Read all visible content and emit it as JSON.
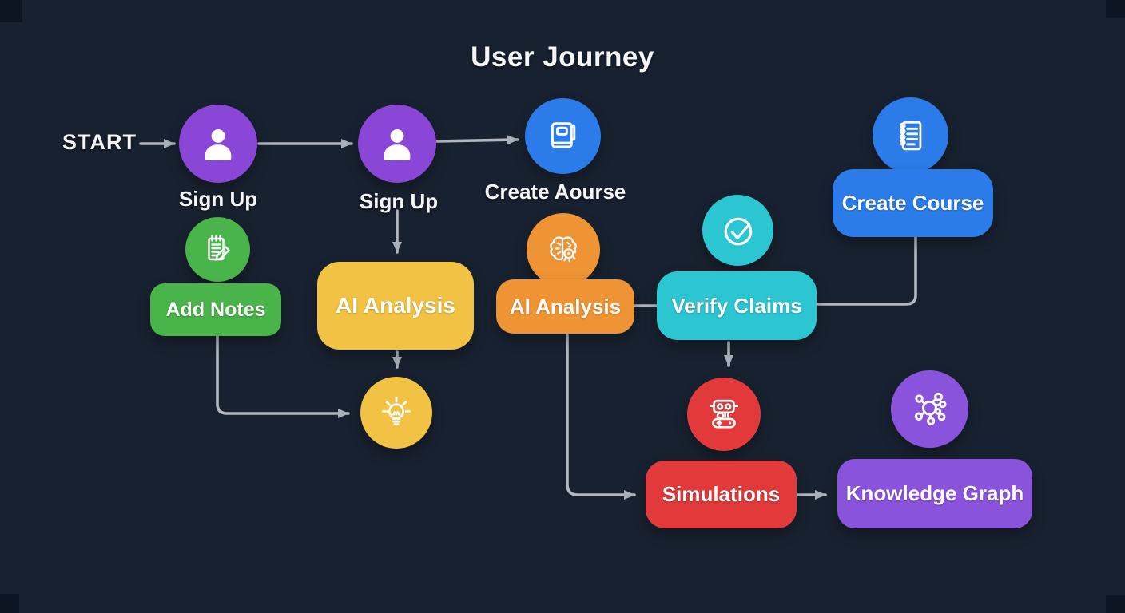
{
  "title": "User Journey",
  "start_label": "START",
  "nodes": {
    "signup1": {
      "label": "Sign Up",
      "icon": "person-icon",
      "color": "#8a46d6"
    },
    "signup2": {
      "label": "Sign Up",
      "icon": "person-icon",
      "color": "#8a46d6"
    },
    "create_aourse": {
      "label": "Create Aourse",
      "icon": "book-icon",
      "color": "#2b7ce9"
    },
    "create_course": {
      "label": "Create Course",
      "icon": "notebook-icon",
      "color": "#2b7ce9"
    },
    "add_notes": {
      "label": "Add Notes",
      "icon": "notepad-pencil-icon",
      "color": "#49b44a"
    },
    "ai_analysis_1": {
      "label": "AI Analysis",
      "color": "#f1c243"
    },
    "ai_analysis_2": {
      "label": "AI Analysis",
      "icon": "brain-circuit-icon",
      "color": "#ee9434"
    },
    "verify_claims": {
      "label": "Verify Claims",
      "icon": "check-circle-icon",
      "color": "#2cc5d2"
    },
    "ideas": {
      "icon": "lightbulb-icon",
      "color": "#f1c243"
    },
    "simulation_bot": {
      "icon": "robot-gamepad-icon",
      "color": "#e23a3a"
    },
    "simulations": {
      "label": "Simulations",
      "color": "#e23a3a"
    },
    "knowledge_graph": {
      "label": "Knowledge Graph",
      "icon": "network-graph-icon",
      "color": "#8a53dc"
    }
  },
  "edges": [
    {
      "from": "start",
      "to": "signup1",
      "arrow": true
    },
    {
      "from": "signup1",
      "to": "signup2",
      "arrow": true
    },
    {
      "from": "signup2",
      "to": "create_aourse",
      "arrow": true
    },
    {
      "from": "signup2",
      "to": "ai_analysis_1",
      "arrow": true
    },
    {
      "from": "ai_analysis_1",
      "to": "ideas",
      "arrow": true
    },
    {
      "from": "add_notes",
      "to": "ideas",
      "arrow": true
    },
    {
      "from": "ai_analysis_2",
      "to": "verify_claims",
      "arrow": false
    },
    {
      "from": "create_course",
      "to": "verify_claims",
      "arrow": false
    },
    {
      "from": "verify_claims",
      "to": "simulation_bot",
      "arrow": true
    },
    {
      "from": "ai_analysis_2",
      "to": "simulations",
      "arrow": true
    },
    {
      "from": "simulations",
      "to": "knowledge_graph",
      "arrow": true
    }
  ],
  "colors": {
    "background": "#18212f",
    "connector": "#b2b7bf",
    "text": "#f5f6f8"
  }
}
